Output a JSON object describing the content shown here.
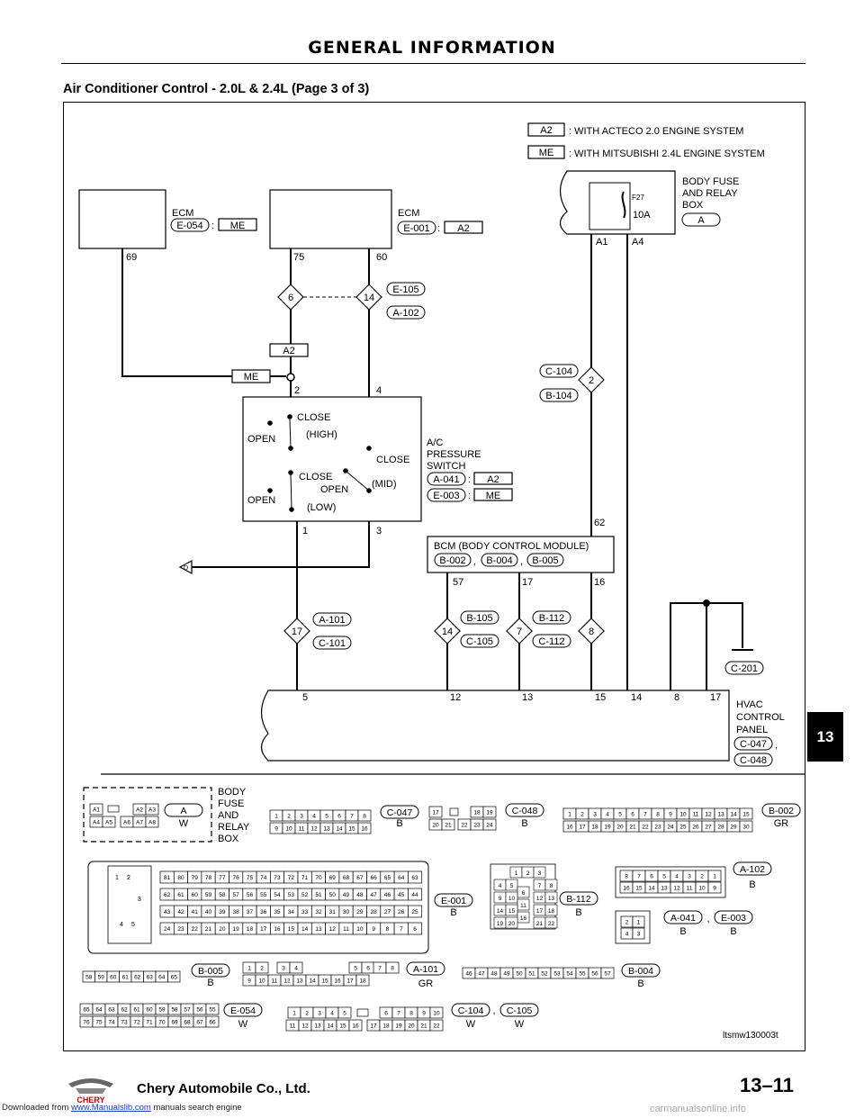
{
  "header": {
    "title": "GENERAL INFORMATION",
    "subtitle": "Air Conditioner Control - 2.0L & 2.4L (Page 3 of 3)"
  },
  "legend": {
    "a2_tag": "A2",
    "a2_text": ": WITH ACTECO 2.0 ENGINE SYSTEM",
    "me_tag": "ME",
    "me_text": ": WITH MITSUBISHI 2.4L ENGINE SYSTEM"
  },
  "fuse_box": {
    "l1": "BODY FUSE",
    "l2": "AND RELAY",
    "l3": "BOX",
    "tag": "A",
    "fuse": "F27",
    "rating": "10A",
    "pin_a1": "A1",
    "pin_a4": "A4"
  },
  "ecm1": {
    "label": "ECM",
    "conn": "E-054",
    "colon": ":",
    "tag": "ME",
    "pin": "69"
  },
  "ecm2": {
    "label": "ECM",
    "conn": "E-001",
    "colon": ":",
    "tag": "A2",
    "pin75": "75",
    "pin60": "60"
  },
  "junction1": {
    "p6": "6",
    "p14": "14",
    "c1": "E-105",
    "c2": "A-102"
  },
  "tags": {
    "a2": "A2",
    "me": "ME"
  },
  "switch": {
    "pin2": "2",
    "pin4": "4",
    "pin1": "1",
    "pin3": "3",
    "close_high": "CLOSE",
    "high": "(HIGH)",
    "open1": "OPEN",
    "close_mid": "CLOSE",
    "close_low": "CLOSE",
    "open_mid": "OPEN",
    "mid": "(MID)",
    "open_low": "OPEN",
    "low": "(LOW)",
    "name1": "A/C",
    "name2": "PRESSURE",
    "name3": "SWITCH",
    "conn_a": "A-041",
    "tag_a": "A2",
    "conn_e": "E-003",
    "tag_e": "ME",
    "colon": ":"
  },
  "j2": {
    "pin": "2",
    "c1": "C-104",
    "c2": "B-104"
  },
  "bcm": {
    "label": "BCM (BODY CONTROL MODULE)",
    "c1": "B-002",
    "c2": "B-004",
    "c3": "B-005",
    "comma": ",",
    "pin62": "62",
    "pin57": "57",
    "pin17": "17",
    "pin16": "16"
  },
  "ground_d": "D",
  "lower_junctions": {
    "j17": "17",
    "a101": "A-101",
    "c101": "C-101",
    "j14": "14",
    "b105": "B-105",
    "c105": "C-105",
    "j7": "7",
    "b112": "B-112",
    "c112": "C-112",
    "j8": "8",
    "c201": "C-201"
  },
  "hvac": {
    "p5": "5",
    "p12": "12",
    "p13": "13",
    "p15": "15",
    "p14": "14",
    "p8": "8",
    "p17": "17",
    "l1": "HVAC",
    "l2": "CONTROL",
    "l3": "PANEL",
    "c1": "C-047",
    "c2": "C-048",
    "comma": ","
  },
  "connectors": {
    "body_fuse": {
      "l1": "BODY",
      "l2": "FUSE",
      "l3": "AND",
      "l4": "RELAY",
      "l5": "BOX",
      "tag": "A",
      "color": "W",
      "pins_top": [
        "A1",
        "A2",
        "A3"
      ],
      "pins_bot": [
        "A4",
        "A5",
        "A6",
        "A7",
        "A8"
      ]
    },
    "c047": {
      "id": "C-047",
      "color": "B",
      "row1": [
        "1",
        "2",
        "3",
        "4",
        "5",
        "6",
        "7",
        "8"
      ],
      "row2": [
        "9",
        "10",
        "11",
        "12",
        "13",
        "14",
        "15",
        "16"
      ]
    },
    "c048": {
      "id": "C-048",
      "color": "B",
      "row1": [
        "17",
        "18",
        "19"
      ],
      "row2": [
        "20",
        "21",
        "22",
        "23",
        "24"
      ]
    },
    "b002": {
      "id": "B-002",
      "color": "GR",
      "row1": [
        "1",
        "2",
        "3",
        "4",
        "5",
        "6",
        "7",
        "8",
        "9",
        "10",
        "11",
        "12",
        "13",
        "14",
        "15"
      ],
      "row2": [
        "16",
        "17",
        "18",
        "19",
        "20",
        "21",
        "22",
        "23",
        "24",
        "25",
        "26",
        "27",
        "28",
        "29",
        "30"
      ]
    },
    "e001": {
      "id": "E-001",
      "color": "B",
      "row1": [
        "81",
        "80",
        "79",
        "78",
        "77",
        "76",
        "75",
        "74",
        "73",
        "72",
        "71",
        "70",
        "69",
        "68",
        "67",
        "66",
        "65",
        "64",
        "63"
      ],
      "row2": [
        "62",
        "61",
        "60",
        "59",
        "58",
        "57",
        "56",
        "55",
        "54",
        "53",
        "52",
        "51",
        "50",
        "49",
        "48",
        "47",
        "46",
        "45",
        "44"
      ],
      "row3": [
        "43",
        "42",
        "41",
        "40",
        "39",
        "38",
        "37",
        "36",
        "35",
        "34",
        "33",
        "32",
        "31",
        "30",
        "29",
        "28",
        "27",
        "26",
        "25"
      ],
      "row4": [
        "24",
        "23",
        "22",
        "21",
        "20",
        "19",
        "18",
        "17",
        "16",
        "15",
        "14",
        "13",
        "12",
        "11",
        "10",
        "9",
        "8",
        "7",
        "6"
      ],
      "side": [
        "1",
        "2",
        "3",
        "4",
        "5"
      ]
    },
    "b112": {
      "id": "B-112",
      "color": "B",
      "pins": [
        "1",
        "2",
        "3",
        "4",
        "5",
        "7",
        "8",
        "6",
        "9",
        "10",
        "11",
        "12",
        "13",
        "14",
        "15",
        "16",
        "17",
        "18",
        "19",
        "20",
        "21",
        "22"
      ]
    },
    "a102": {
      "id": "A-102",
      "color": "B",
      "row1": [
        "8",
        "7",
        "6",
        "5",
        "4",
        "3",
        "2",
        "1"
      ],
      "row2": [
        "16",
        "15",
        "14",
        "13",
        "12",
        "11",
        "10",
        "9"
      ]
    },
    "a041": {
      "id": "A-041",
      "id2": "E-003",
      "comma": ",",
      "color1": "B",
      "color2": "B",
      "pins": [
        "2",
        "1",
        "4",
        "3"
      ]
    },
    "b005": {
      "id": "B-005",
      "color": "B",
      "pins": [
        "58",
        "59",
        "60",
        "61",
        "62",
        "63",
        "64",
        "65"
      ]
    },
    "a101": {
      "id": "A-101",
      "color": "GR",
      "row1": [
        "1",
        "2",
        "3",
        "4",
        "5",
        "6",
        "7",
        "8"
      ],
      "row2": [
        "9",
        "10",
        "11",
        "12",
        "13",
        "14",
        "15",
        "16",
        "17",
        "18"
      ]
    },
    "b004": {
      "id": "B-004",
      "color": "B",
      "pins": [
        "46",
        "47",
        "48",
        "49",
        "50",
        "51",
        "52",
        "53",
        "54",
        "55",
        "56",
        "57"
      ]
    },
    "e054": {
      "id": "E-054",
      "color": "W",
      "row1": [
        "65",
        "64",
        "63",
        "62",
        "61",
        "60",
        "59",
        "58",
        "57",
        "56",
        "55"
      ],
      "row2": [
        "76",
        "75",
        "74",
        "73",
        "72",
        "71",
        "70",
        "69",
        "68",
        "67",
        "66"
      ]
    },
    "c104": {
      "id": "C-104",
      "id2": "C-105",
      "comma": ",",
      "color1": "W",
      "color2": "W",
      "row1": [
        "1",
        "2",
        "3",
        "4",
        "5",
        "6",
        "7",
        "8",
        "9",
        "10"
      ],
      "row2": [
        "11",
        "12",
        "13",
        "14",
        "15",
        "16",
        "17",
        "18",
        "19",
        "20",
        "21",
        "22"
      ]
    }
  },
  "figure_id": "ltsmw130003t",
  "footer": {
    "company": "Chery Automobile Co., Ltd.",
    "page": "13–11",
    "tab": "13",
    "logo": "CHERY",
    "dl_prefix": "Downloaded from",
    "dl_link": "www.Manualslib.com",
    "dl_suffix": "manuals search engine",
    "watermark": "carmanualsonline.info"
  }
}
